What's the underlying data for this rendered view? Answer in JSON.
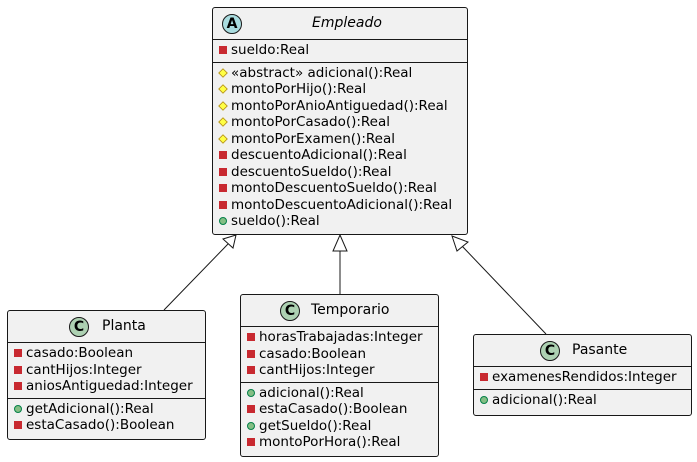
{
  "colors": {
    "class_fill": "#f1f1f1",
    "border": "#181818",
    "abstract_circle": "#a9dcdf",
    "class_circle": "#add1b2",
    "private": "#c82930",
    "protected": "#ffff44",
    "public": "#84be84"
  },
  "classes": {
    "empleado": {
      "letter": "A",
      "name": "Empleado",
      "abstract": true,
      "attributes": [
        {
          "vis": "private",
          "text": "sueldo:Real"
        }
      ],
      "methods": [
        {
          "vis": "protected",
          "text": "«abstract» adicional():Real"
        },
        {
          "vis": "protected",
          "text": "montoPorHijo():Real"
        },
        {
          "vis": "protected",
          "text": "montoPorAnioAntiguedad():Real"
        },
        {
          "vis": "protected",
          "text": "montoPorCasado():Real"
        },
        {
          "vis": "protected",
          "text": "montoPorExamen():Real"
        },
        {
          "vis": "private",
          "text": "descuentoAdicional():Real"
        },
        {
          "vis": "private",
          "text": "descuentoSueldo():Real"
        },
        {
          "vis": "private",
          "text": "montoDescuentoSueldo():Real"
        },
        {
          "vis": "private",
          "text": "montoDescuentoAdicional():Real"
        },
        {
          "vis": "public",
          "text": "sueldo():Real"
        }
      ]
    },
    "planta": {
      "letter": "C",
      "name": "Planta",
      "abstract": false,
      "attributes": [
        {
          "vis": "private",
          "text": "casado:Boolean"
        },
        {
          "vis": "private",
          "text": "cantHijos:Integer"
        },
        {
          "vis": "private",
          "text": "aniosAntiguedad:Integer"
        }
      ],
      "methods": [
        {
          "vis": "public",
          "text": "getAdicional():Real"
        },
        {
          "vis": "private",
          "text": "estaCasado():Boolean"
        }
      ]
    },
    "temporario": {
      "letter": "C",
      "name": "Temporario",
      "abstract": false,
      "attributes": [
        {
          "vis": "private",
          "text": "horasTrabajadas:Integer"
        },
        {
          "vis": "private",
          "text": "casado:Boolean"
        },
        {
          "vis": "private",
          "text": "cantHijos:Integer"
        }
      ],
      "methods": [
        {
          "vis": "public",
          "text": "adicional():Real"
        },
        {
          "vis": "private",
          "text": "estaCasado():Boolean"
        },
        {
          "vis": "public",
          "text": "getSueldo():Real"
        },
        {
          "vis": "private",
          "text": "montoPorHora():Real"
        }
      ]
    },
    "pasante": {
      "letter": "C",
      "name": "Pasante",
      "abstract": false,
      "attributes": [
        {
          "vis": "private",
          "text": "examenesRendidos:Integer"
        }
      ],
      "methods": [
        {
          "vis": "public",
          "text": "adicional():Real"
        }
      ]
    }
  }
}
